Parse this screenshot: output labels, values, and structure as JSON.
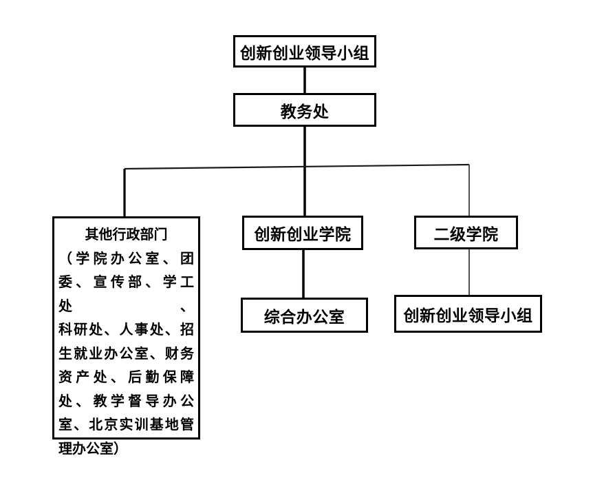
{
  "diagram": {
    "background": "#ffffff",
    "line_color": "#000000",
    "thin_line_color": "#3d3d3d",
    "nodes": {
      "top_leadership": {
        "label": "创新创业领导小组"
      },
      "academic_affairs": {
        "label": "教务处"
      },
      "other_departments": {
        "lines": [
          "其他行政部门",
          "（学院办公室、团",
          "委、宣传部、学工处、",
          "科研处、人事处、招",
          "生就业办公室、财务",
          "资产处、后勤保障",
          "处、教学督导办公",
          "室、北京实训基地管",
          "理办公室）"
        ]
      },
      "innovation_college": {
        "label": "创新创业学院"
      },
      "general_office": {
        "label": "综合办公室"
      },
      "secondary_colleges": {
        "label": "二级学院"
      },
      "secondary_leadership": {
        "label": "创新创业领导小组"
      }
    }
  }
}
